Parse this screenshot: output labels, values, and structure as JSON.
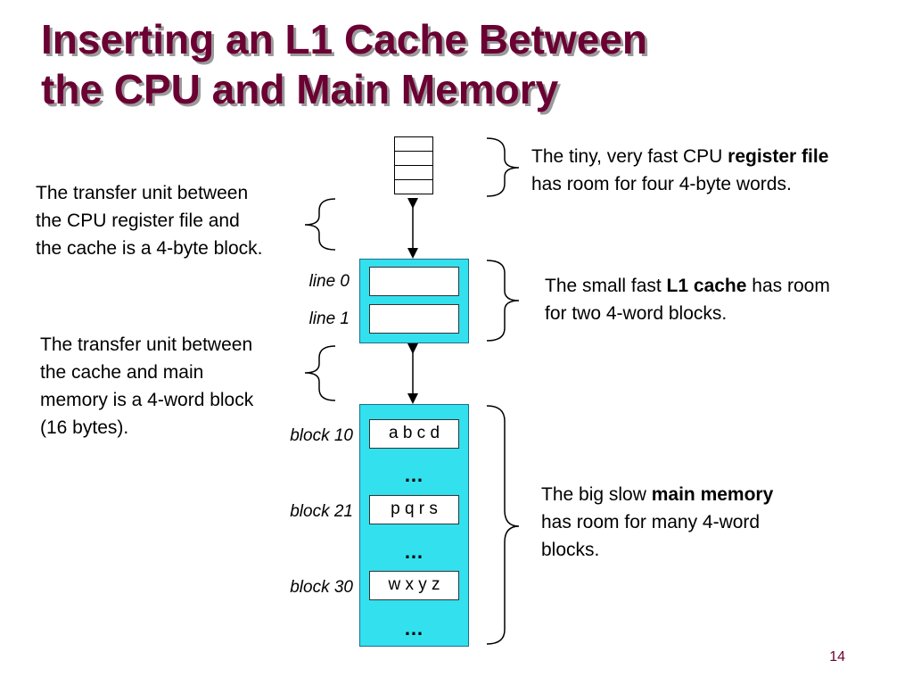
{
  "title": {
    "line1": "Inserting an L1 Cache  Between",
    "line2": "the CPU and Main Memory"
  },
  "register_file": {
    "desc_prefix": "The tiny, very fast CPU ",
    "desc_bold": "register file",
    "desc_suffix": "has room for four 4-byte words."
  },
  "transfer_cpu_cache": {
    "line1": "The transfer unit between",
    "line2": "the CPU register file and",
    "line3": "the cache is a 4-byte block."
  },
  "l1_cache": {
    "desc_prefix": "The small fast ",
    "desc_bold": "L1 cache",
    "desc_after": " has room",
    "desc_line2": "for two  4-word blocks.",
    "lines": [
      "line 0",
      "line 1"
    ]
  },
  "transfer_cache_memory": {
    "line1": "The transfer unit between",
    "line2": "the cache and main",
    "line3": "memory is a 4-word block",
    "line4": "(16 bytes)."
  },
  "main_memory": {
    "desc_prefix": "The big slow ",
    "desc_bold": "main memory",
    "desc_line2": "has room for many 4-word",
    "desc_line3": "blocks.",
    "blocks": [
      {
        "label": "block 10",
        "content": "a b c d"
      },
      {
        "label": "block 21",
        "content": "p q r s"
      },
      {
        "label": "block 30",
        "content": "w x y z"
      }
    ],
    "ellipsis": "…"
  },
  "page_number": "14",
  "colors": {
    "title": "#6b0033",
    "cache_fill": "#33e0ee"
  }
}
